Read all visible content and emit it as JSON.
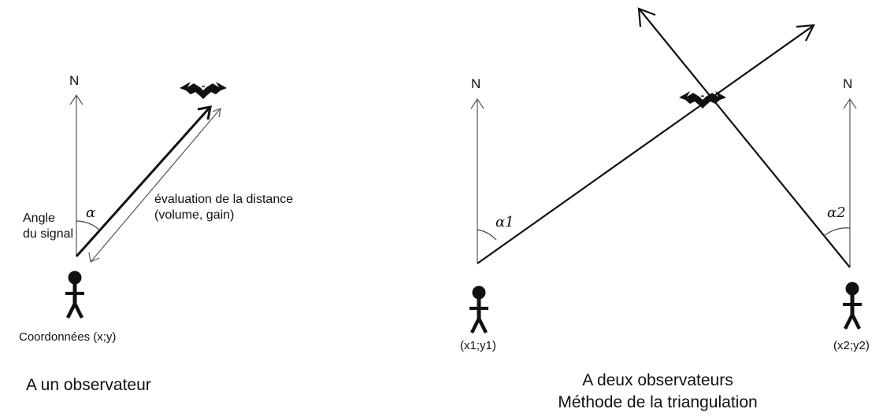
{
  "left_panel": {
    "north": "N",
    "alpha": "α",
    "angle_label": [
      "Angle",
      "du signal"
    ],
    "distance_label": [
      "évaluation de la distance",
      "(volume, gain)"
    ],
    "coords": "Coordonnées (x;y)",
    "caption": "A un observateur"
  },
  "right_panel": {
    "north_left": "N",
    "north_right": "N",
    "alpha1": "α1",
    "alpha2": "α2",
    "coords1": "(x1;y1)",
    "coords2": "(x2;y2)",
    "caption": [
      "A deux observateurs",
      "Méthode de la triangulation"
    ]
  }
}
